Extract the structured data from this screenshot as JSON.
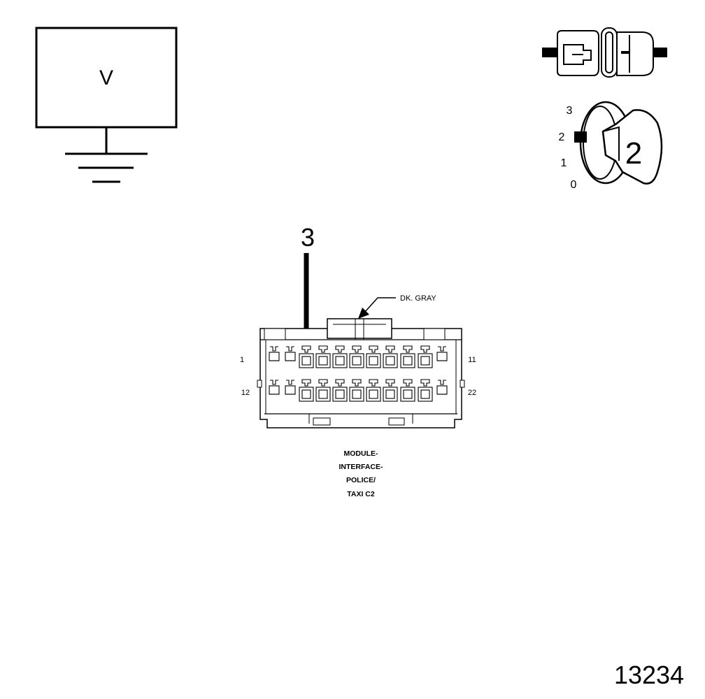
{
  "voltmeter": {
    "symbol": "V"
  },
  "connector_view": {},
  "ignition_switch": {
    "positions": [
      "3",
      "2",
      "1",
      "0"
    ],
    "key_label": "2"
  },
  "callout": {
    "label": "3",
    "pin": 3
  },
  "connector": {
    "color_label": "DK. GRAY",
    "pin_labels": {
      "top_left": "1",
      "top_right": "11",
      "bottom_left": "12",
      "bottom_right": "22"
    },
    "name_lines": [
      "MODULE-",
      "INTERFACE-",
      "POLICE/",
      "TAXI C2"
    ]
  },
  "figure_number": "13234"
}
